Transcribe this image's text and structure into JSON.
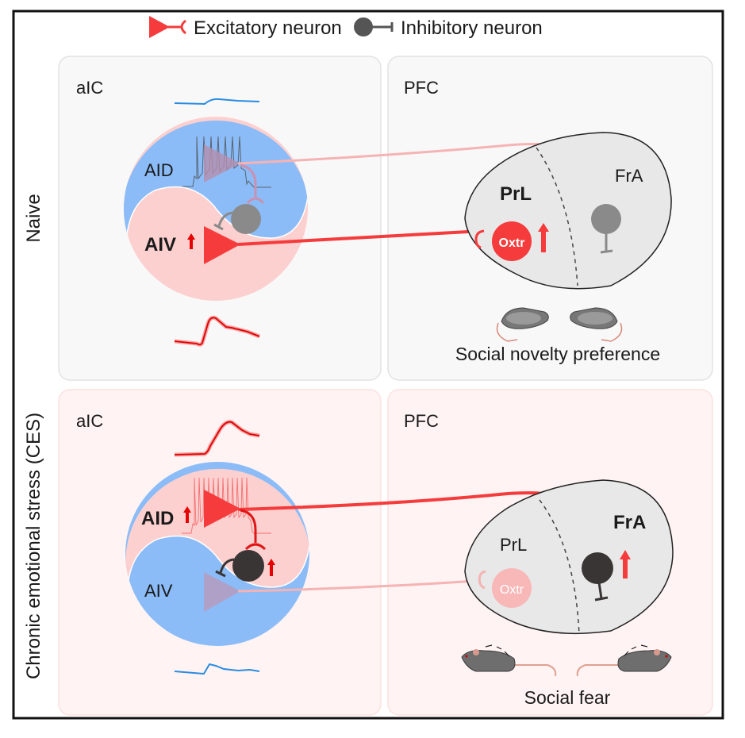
{
  "legend": {
    "excitatory_label": "Excitatory neuron",
    "inhibitory_label": "Inhibitory neuron"
  },
  "rows": {
    "naive_label": "Naive",
    "ces_label": "Chronic emotional stress (CES)"
  },
  "naive": {
    "aic": {
      "title": "aIC",
      "dorsal_label": "AID",
      "ventral_label": "AIV",
      "ventral_state": "increased"
    },
    "pfc": {
      "title": "PFC",
      "prl_label": "PrL",
      "fra_label": "FrA",
      "receptor_label": "Oxtr",
      "receptor_state": "increased"
    },
    "behavior_label": "Social novelty preference"
  },
  "ces": {
    "aic": {
      "title": "aIC",
      "dorsal_label": "AID",
      "ventral_label": "AIV",
      "dorsal_state": "increased",
      "interneuron_state": "increased"
    },
    "pfc": {
      "title": "PFC",
      "prl_label": "PrL",
      "fra_label": "FrA",
      "receptor_label": "Oxtr",
      "fra_interneuron_state": "increased"
    },
    "behavior_label": "Social fear"
  },
  "colors": {
    "excitatory": "#f53b3b",
    "excitatory_faded": "#f6b3b3",
    "inhibitory": "#555555",
    "inhibitory_active": "#3a3535",
    "inhibitory_inactive": "#8a8a8a",
    "dorsal_blue": "#8bbcf7",
    "ventral_pink": "#fdd0d0",
    "arrow_red": "#e60000",
    "naive_panel_bg": "#f8f8f9",
    "ces_panel_bg": "#fff4f3",
    "pfc_region_fill": "#e8e8e8"
  }
}
